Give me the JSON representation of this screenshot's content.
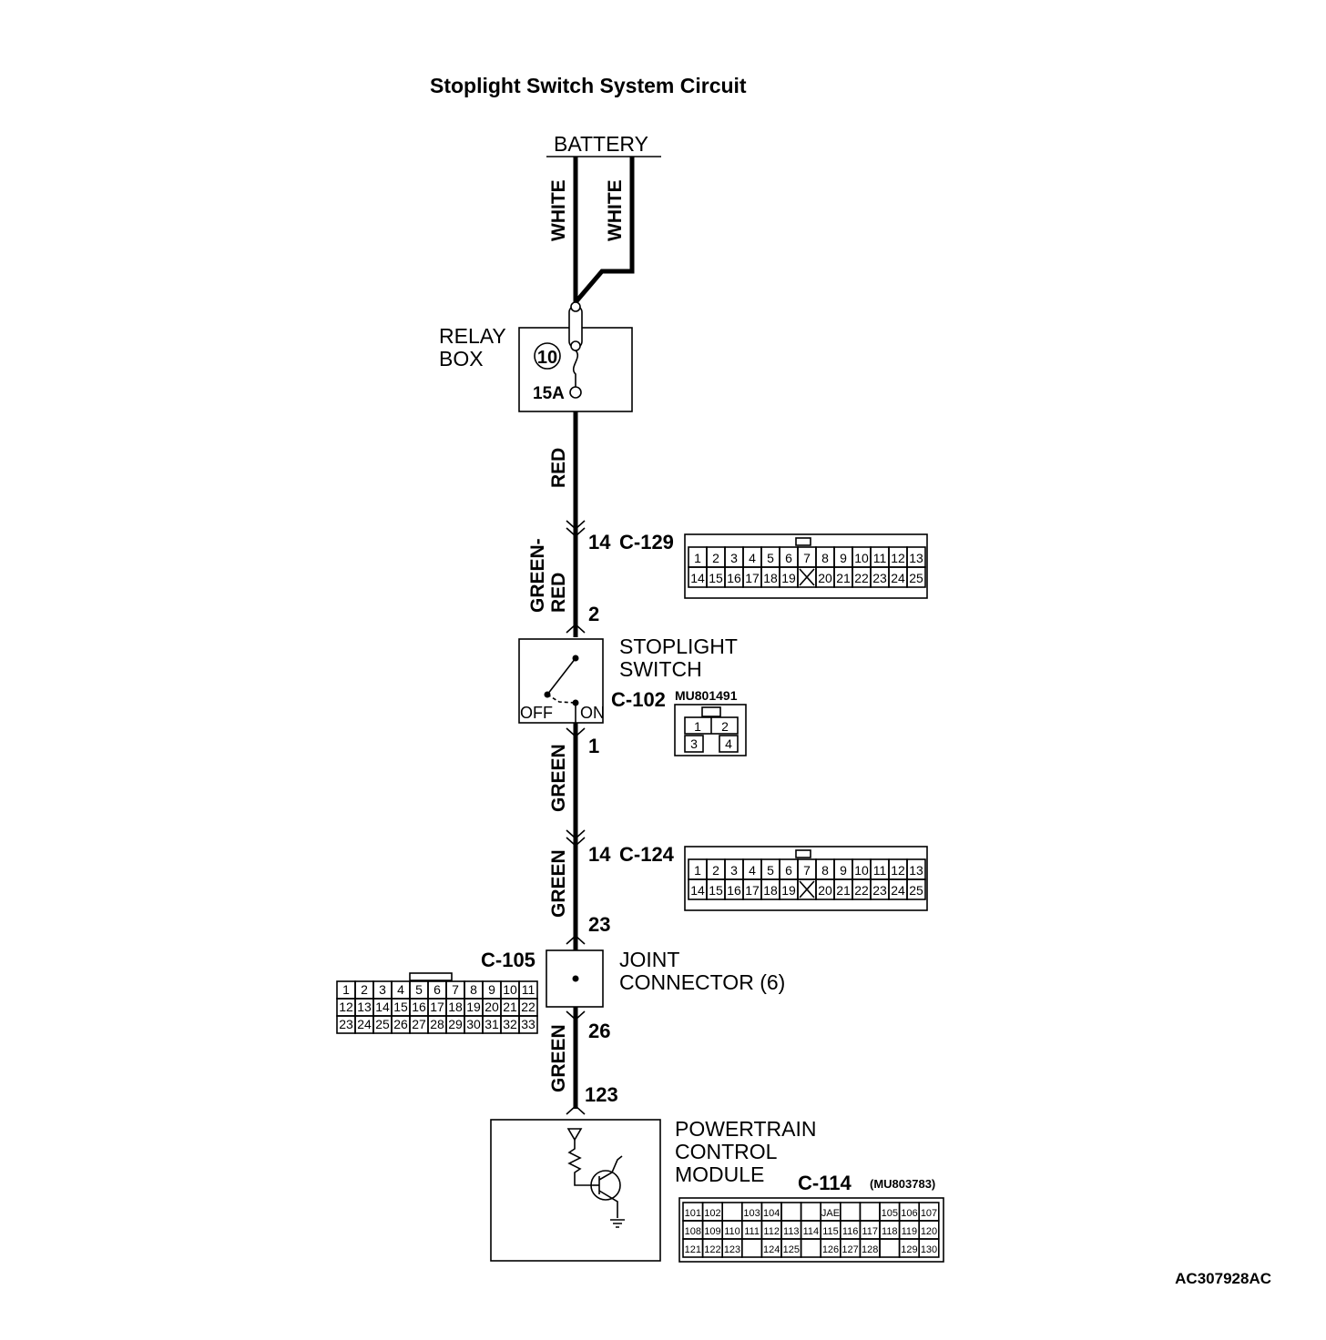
{
  "title": "Stoplight Switch System Circuit",
  "battery": {
    "label": "BATTERY",
    "wires": [
      "WHITE",
      "WHITE"
    ]
  },
  "relay_box": {
    "label_line1": "RELAY",
    "label_line2": "BOX",
    "fuse_number": "10",
    "fuse_rating": "15A"
  },
  "wires": {
    "red": "RED",
    "green_red_1": "GREEN-",
    "green_red_2": "RED",
    "green1": "GREEN",
    "green2": "GREEN",
    "green3": "GREEN"
  },
  "c129": {
    "pin": "14",
    "code": "C-129",
    "row1": [
      "1",
      "2",
      "3",
      "4",
      "5",
      "6",
      "7",
      "8",
      "9",
      "10",
      "11",
      "12",
      "13"
    ],
    "row2": [
      "14",
      "15",
      "16",
      "17",
      "18",
      "19",
      "",
      "20",
      "21",
      "22",
      "23",
      "24",
      "25"
    ]
  },
  "stoplight_switch": {
    "label_line1": "STOPLIGHT",
    "label_line2": "SWITCH",
    "pin_in": "2",
    "pin_out": "1",
    "off": "OFF",
    "on": "ON",
    "code": "C-102",
    "part": "MU801491",
    "cells": [
      "1",
      "2",
      "3",
      "4"
    ]
  },
  "c124": {
    "pin": "14",
    "code": "C-124",
    "row1": [
      "1",
      "2",
      "3",
      "4",
      "5",
      "6",
      "7",
      "8",
      "9",
      "10",
      "11",
      "12",
      "13"
    ],
    "row2": [
      "14",
      "15",
      "16",
      "17",
      "18",
      "19",
      "",
      "20",
      "21",
      "22",
      "23",
      "24",
      "25"
    ]
  },
  "joint_connector": {
    "label_line1": "JOINT",
    "label_line2": "CONNECTOR (6)",
    "code": "C-105",
    "pin_in": "23",
    "pin_out": "26",
    "row1": [
      "1",
      "2",
      "3",
      "4",
      "5",
      "6",
      "7",
      "8",
      "9",
      "10",
      "11"
    ],
    "row2": [
      "12",
      "13",
      "14",
      "15",
      "16",
      "17",
      "18",
      "19",
      "20",
      "21",
      "22"
    ],
    "row3": [
      "23",
      "24",
      "25",
      "26",
      "27",
      "28",
      "29",
      "30",
      "31",
      "32",
      "33"
    ]
  },
  "pcm": {
    "label_line1": "POWERTRAIN",
    "label_line2": "CONTROL",
    "label_line3": "MODULE",
    "pin": "123",
    "code": "C-114",
    "part": "(MU803783)",
    "row1": [
      "101",
      "102",
      "",
      "103",
      "104",
      "",
      "",
      "JAE",
      "",
      "",
      "105",
      "106",
      "107"
    ],
    "row2": [
      "108",
      "109",
      "110",
      "111",
      "112",
      "113",
      "114",
      "115",
      "116",
      "117",
      "118",
      "119",
      "120"
    ],
    "row3": [
      "121",
      "122",
      "123",
      "",
      "124",
      "125",
      "",
      "126",
      "127",
      "128",
      "",
      "129",
      "130"
    ]
  },
  "figure_code": "AC307928AC"
}
